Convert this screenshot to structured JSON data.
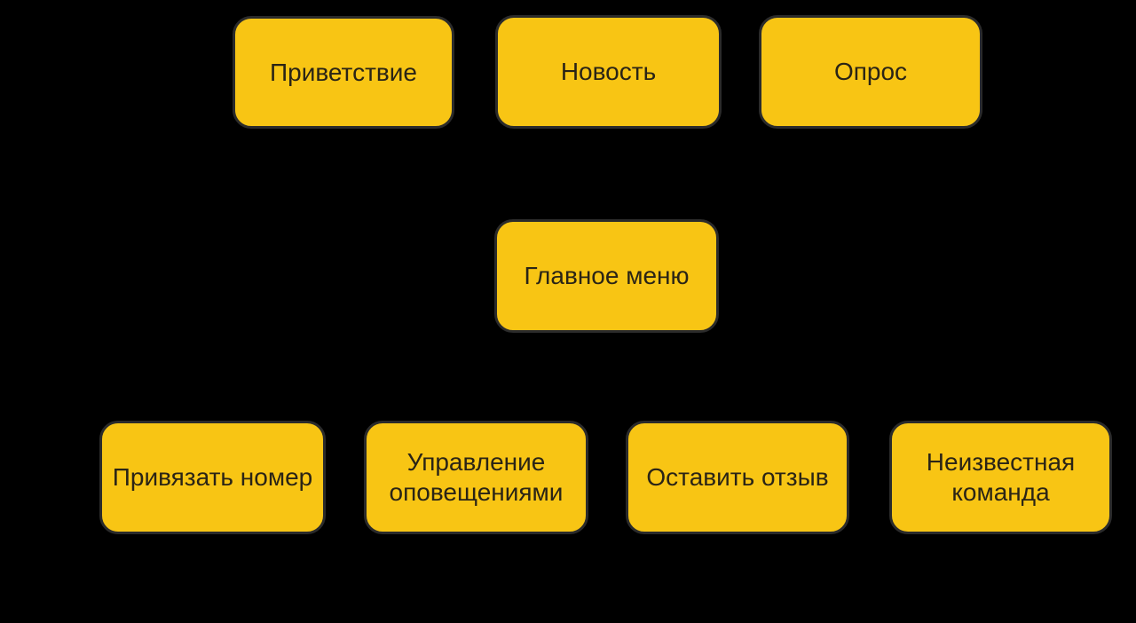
{
  "diagram": {
    "background_color": "#000000",
    "node_fill_color": "#F8C514",
    "node_border_color": "#2B2B2B",
    "node_text_color": "#2A2416",
    "connector_color": "#000000",
    "nodes": [
      {
        "id": "greeting",
        "label": "Приветствие"
      },
      {
        "id": "news",
        "label": "Новость"
      },
      {
        "id": "survey",
        "label": "Опрос"
      },
      {
        "id": "main-menu",
        "label": "Главное меню"
      },
      {
        "id": "link-number",
        "label": "Привязать номер"
      },
      {
        "id": "manage-notifications",
        "label": "Управление оповещениями"
      },
      {
        "id": "leave-feedback",
        "label": "Оставить отзыв"
      },
      {
        "id": "unknown-command",
        "label": "Неизвестная команда"
      }
    ]
  }
}
